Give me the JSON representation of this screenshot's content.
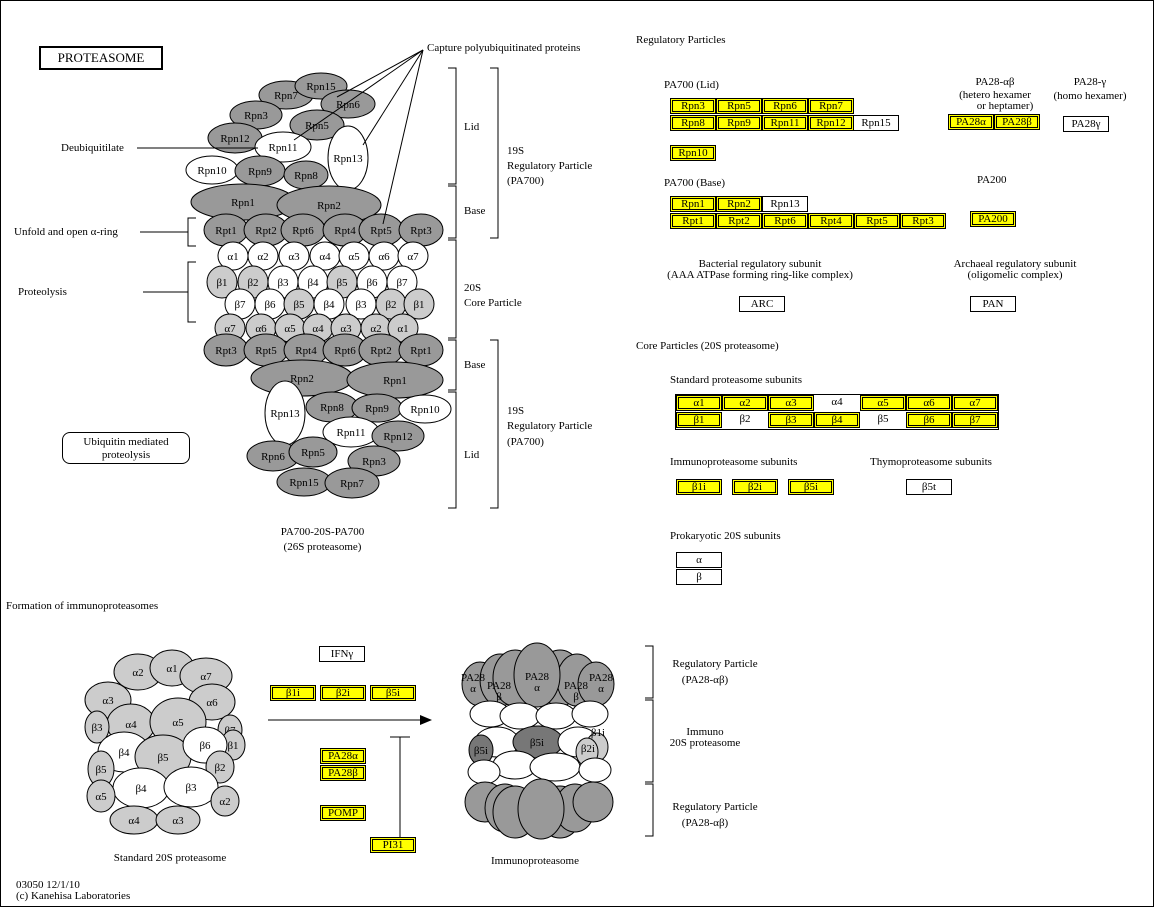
{
  "title": "PROTEASOME",
  "footer": {
    "code": "03050 12/1/10",
    "copyright": "(c) Kanehisa Laboratories"
  },
  "left_diagram": {
    "capture": "Capture polyubiquitinated proteins",
    "deubiquitilate": "Deubiquitilate",
    "unfold": "Unfold and open α-ring",
    "proteolysis": "Proteolysis",
    "ubiquitin_line1": "Ubiquitin mediated",
    "ubiquitin_line2": "proteolysis",
    "lid": "Lid",
    "base": "Base",
    "rp_19s": "19S",
    "rp_regulatory": "Regulatory Particle",
    "rp_pa700": "(PA700)",
    "cp_20s": "20S",
    "cp_core": "Core Particle",
    "caption_line1": "PA700-20S-PA700",
    "caption_line2": "(26S proteasome)",
    "top_lid": [
      "Rpn7",
      "Rpn15",
      "Rpn3",
      "Rpn6",
      "Rpn5",
      "Rpn12",
      "Rpn11",
      "Rpn13",
      "Rpn10",
      "Rpn9",
      "Rpn8"
    ],
    "top_base_rpn": [
      "Rpn1",
      "Rpn2"
    ],
    "top_rpt": [
      "Rpt1",
      "Rpt2",
      "Rpt6",
      "Rpt4",
      "Rpt5",
      "Rpt3"
    ],
    "alpha_top": [
      "α1",
      "α2",
      "α3",
      "α4",
      "α5",
      "α6",
      "α7"
    ],
    "beta_top": [
      "β1",
      "β2",
      "β3",
      "β4",
      "β5",
      "β6",
      "β7"
    ],
    "beta_bottom": [
      "β7",
      "β6",
      "β5",
      "β4",
      "β3",
      "β2",
      "β1"
    ],
    "alpha_bottom": [
      "α7",
      "α6",
      "α5",
      "α4",
      "α3",
      "α2",
      "α1"
    ],
    "bottom_rpt": [
      "Rpt3",
      "Rpt5",
      "Rpt4",
      "Rpt6",
      "Rpt2",
      "Rpt1"
    ],
    "bottom_base_rpn": [
      "Rpn2",
      "Rpn1"
    ],
    "bottom_lid": [
      "Rpn13",
      "Rpn8",
      "Rpn9",
      "Rpn10",
      "Rpn11",
      "Rpn12",
      "Rpn6",
      "Rpn5",
      "Rpn3",
      "Rpn15",
      "Rpn7"
    ]
  },
  "regulatory": {
    "heading": "Regulatory Particles",
    "pa700_lid_title": "PA700 (Lid)",
    "pa700_lid_row1": [
      "Rpn3",
      "Rpn5",
      "Rpn6",
      "Rpn7"
    ],
    "pa700_lid_row2": [
      "Rpn8",
      "Rpn9",
      "Rpn11",
      "Rpn12"
    ],
    "rpn15": "Rpn15",
    "rpn10": "Rpn10",
    "pa700_base_title": "PA700 (Base)",
    "pa700_base_row1": [
      "Rpn1",
      "Rpn2"
    ],
    "rpn13": "Rpn13",
    "pa700_base_row2": [
      "Rpt1",
      "Rpt2",
      "Rpt6",
      "Rpt4",
      "Rpt5",
      "Rpt3"
    ],
    "pa28ab_title": "PA28-αβ",
    "pa28ab_sub1": "(hetero hexamer",
    "pa28ab_sub2": "or heptamer)",
    "pa28ab_boxes": [
      "PA28α",
      "PA28β"
    ],
    "pa28g_title": "PA28-γ",
    "pa28g_sub": "(homo hexamer)",
    "pa28g_box": "PA28γ",
    "pa200_title": "PA200",
    "pa200_box": "PA200",
    "bacterial_line1": "Bacterial regulatory subunit",
    "bacterial_line2": "(AAA ATPase forming ring-like complex)",
    "arc": "ARC",
    "archaeal_line1": "Archaeal regulatory subunit",
    "archaeal_line2": "(oligomelic complex)",
    "pan": "PAN"
  },
  "core": {
    "heading": "Core Particles (20S proteasome)",
    "standard_title": "Standard proteasome subunits",
    "alpha": [
      {
        "label": "α1",
        "hl": true
      },
      {
        "label": "α2",
        "hl": true
      },
      {
        "label": "α3",
        "hl": true
      },
      {
        "label": "α4",
        "hl": false
      },
      {
        "label": "α5",
        "hl": true
      },
      {
        "label": "α6",
        "hl": true
      },
      {
        "label": "α7",
        "hl": true
      }
    ],
    "beta": [
      {
        "label": "β1",
        "hl": true
      },
      {
        "label": "β2",
        "hl": false
      },
      {
        "label": "β3",
        "hl": true
      },
      {
        "label": "β4",
        "hl": true
      },
      {
        "label": "β5",
        "hl": false
      },
      {
        "label": "β6",
        "hl": true
      },
      {
        "label": "β7",
        "hl": true
      }
    ],
    "immuno_title": "Immunoproteasome subunits",
    "immuno": [
      "β1i",
      "β2i",
      "β5i"
    ],
    "thymo_title": "Thymoproteasome subunits",
    "thymo": "β5t",
    "prok_title": "Prokaryotic 20S subunits",
    "prok": [
      "α",
      "β"
    ]
  },
  "formation": {
    "heading": "Formation of immunoproteasomes",
    "standard_caption": "Standard 20S proteasome",
    "immuno_caption": "Immunoproteasome",
    "ifn": "IFNγ",
    "immuno_boxes": [
      "β1i",
      "β2i",
      "β5i"
    ],
    "pa28_boxes": [
      "PA28α",
      "PA28β"
    ],
    "pomp": "POMP",
    "pi31": "PI31",
    "std_units": [
      "α2",
      "α1",
      "α7",
      "α3",
      "α6",
      "α4",
      "α5",
      "β3",
      "β7",
      "β1",
      "β4",
      "β5",
      "β6",
      "β5",
      "β2",
      "β4",
      "β3",
      "α5",
      "α2",
      "α4",
      "α3"
    ],
    "rp_title": "Regulatory Particle",
    "rp_sub": "(PA28-αβ)",
    "immuno20s_line1": "Immuno",
    "immuno20s_line2": "20S proteasome",
    "imm_labels": {
      "pa28a": "PA28",
      "a": "α",
      "b": "β",
      "b5i": "β5i",
      "b1i": "β1i",
      "b2i": "β2i"
    }
  },
  "colors": {
    "highlight": "#ffff00",
    "dark": "#999999",
    "light": "#cccccc",
    "darker": "#777777"
  }
}
